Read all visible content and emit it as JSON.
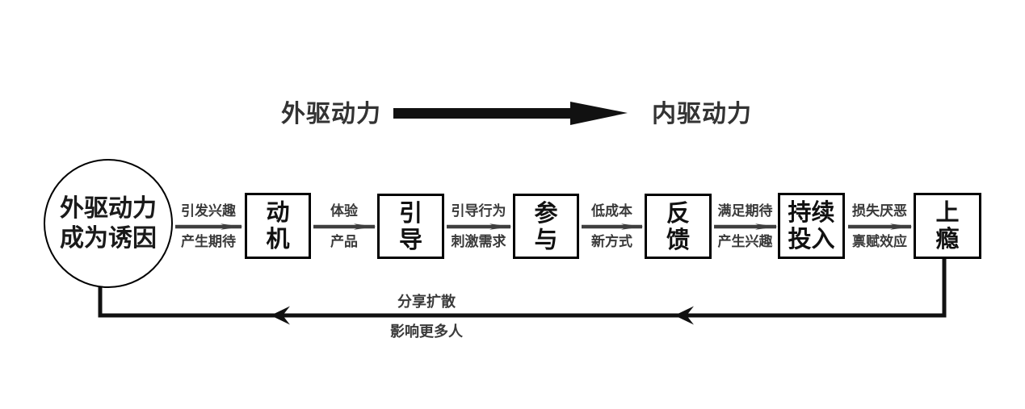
{
  "header": {
    "left_label": "外驱动力",
    "right_label": "内驱动力"
  },
  "trigger": {
    "line1": "外驱动力",
    "line2": "成为诱因"
  },
  "stages": [
    {
      "name": "motivation",
      "line1": "动",
      "line2": "机"
    },
    {
      "name": "guidance",
      "line1": "引",
      "line2": "导"
    },
    {
      "name": "participation",
      "line1": "参",
      "line2": "与"
    },
    {
      "name": "feedback",
      "line1": "反",
      "line2": "馈"
    },
    {
      "name": "continuous-investment",
      "line1": "持续",
      "line2": "投入"
    },
    {
      "name": "addiction",
      "line1": "上",
      "line2": "瘾"
    }
  ],
  "transitions": [
    {
      "top": "引发兴趣",
      "bottom": "产生期待"
    },
    {
      "top": "体验",
      "bottom": "产品"
    },
    {
      "top": "引导行为",
      "bottom": "刺激需求"
    },
    {
      "top": "低成本",
      "bottom": "新方式"
    },
    {
      "top": "满足期待",
      "bottom": "产生兴趣"
    },
    {
      "top": "损失厌恶",
      "bottom": "禀赋效应"
    }
  ],
  "feedback_loop": {
    "top": "分享扩散",
    "bottom": "影响更多人"
  },
  "colors": {
    "background": "#ffffff",
    "line_black": "#111111",
    "arrow_gray": "#3f3f3f",
    "text_dark": "#333333"
  }
}
